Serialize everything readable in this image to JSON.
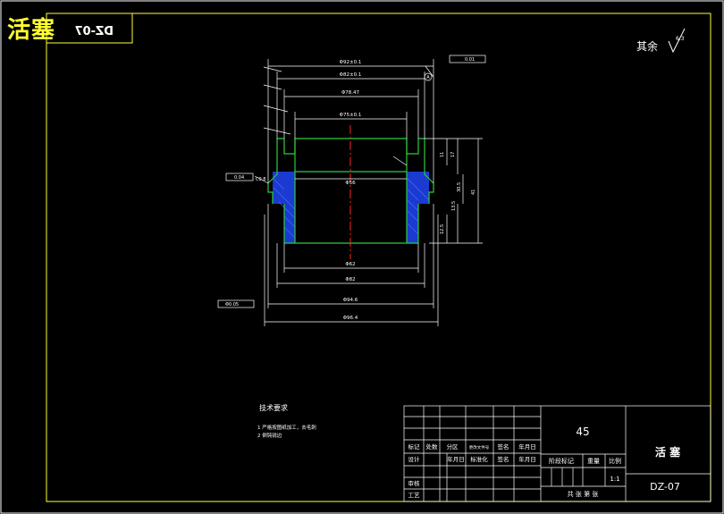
{
  "title_tag": {
    "part_name": "活塞",
    "code_mirrored": "DZ-07"
  },
  "surface_note": {
    "label": "其余",
    "roughness": "6.3"
  },
  "dimensions": {
    "top_1": "Φ92±0.1",
    "top_2": "Φ82±0.1",
    "top_3": "Φ78.47",
    "top_4": "Φ75±0.1",
    "bore": "Φ56",
    "bottom_1": "Φ62",
    "bottom_2": "Φ82",
    "bottom_3": "Φ94.6",
    "bottom_4": "Φ96.4",
    "right_1": "11",
    "right_2": "17",
    "right_3": "41",
    "right_4": "30.5",
    "right_5": "13.5",
    "right_6": "12.5",
    "left_flat": "0.04",
    "left_chamfer": "C0.8",
    "left_ref": "Φ0.05",
    "datum": "A",
    "tol_frame": "0.01"
  },
  "tech_requirements": {
    "heading": "技术要求",
    "items": [
      "1 严格按图纸加工，去毛刺",
      "2 倒钝锐边"
    ]
  },
  "title_block": {
    "material": "45",
    "part_name": "活 塞",
    "drawing_no": "DZ-07",
    "scale": "1:1",
    "row_marks": [
      "标记",
      "处数",
      "分区",
      "更改文件号",
      "签名",
      "年月日"
    ],
    "row_design": [
      "设计",
      "",
      "年月日",
      "标准化",
      "签名",
      "年月日"
    ],
    "review": "审核",
    "process": "工艺",
    "stage_label": "阶段标记",
    "weight_label": "重量",
    "scale_label": "比例",
    "sheets": "共 张 第 张"
  }
}
